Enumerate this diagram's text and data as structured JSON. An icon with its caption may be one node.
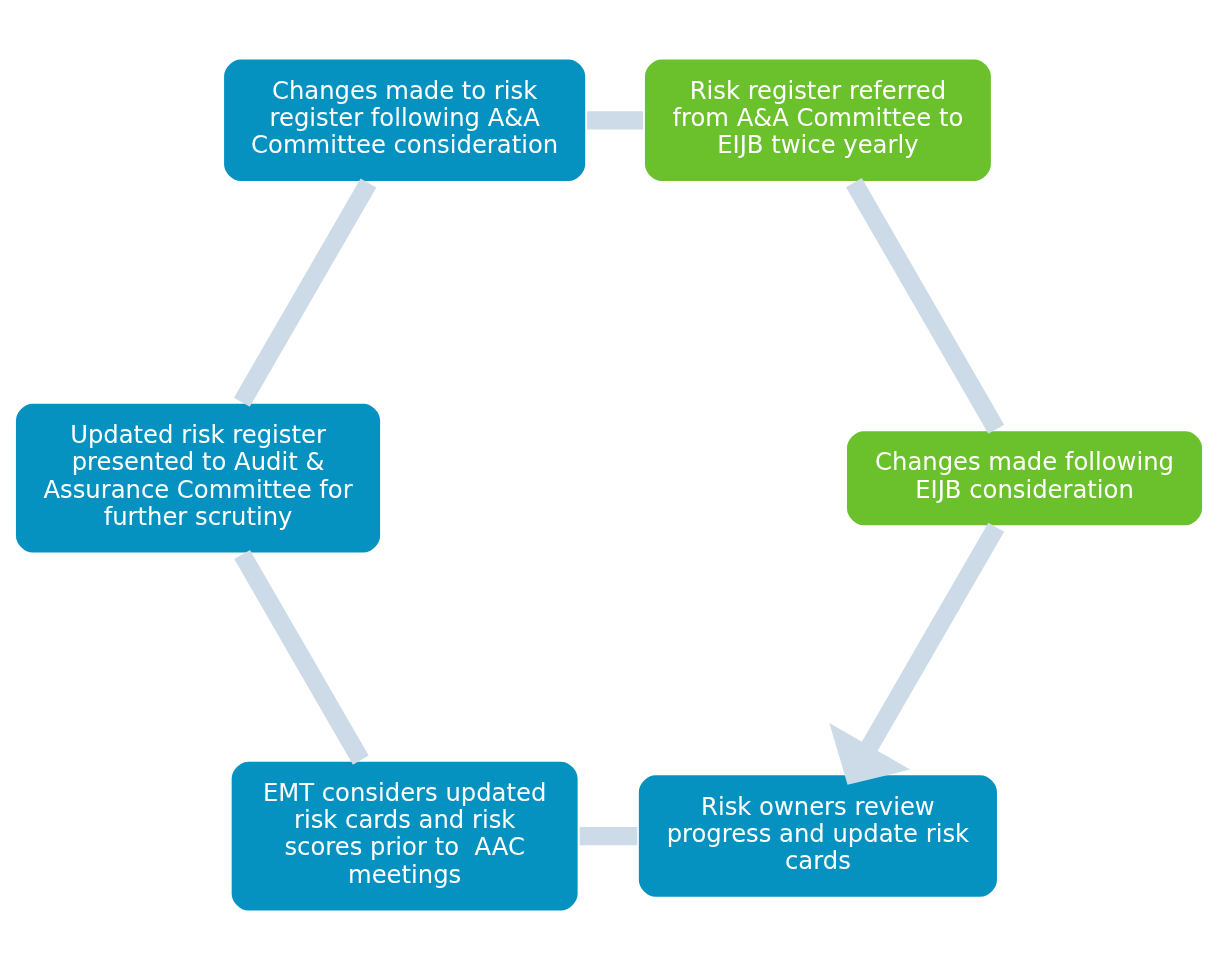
{
  "diagram": {
    "nodes": [
      {
        "text": [
          "Risk owners review progress and update risk cards"
        ]
      },
      {
        "text": [
          "EMT considers updated risk cards and risk scores prior to  AAC meetings"
        ]
      },
      {
        "text": [
          "Updated risk register presented to Audit & Assurance Committee for further scrutiny"
        ]
      },
      {
        "text": [
          "Changes made to risk register following A&A Committee consideration"
        ]
      },
      {
        "text": [
          "Risk register referred from A&A Committee to EIJB twice yearly"
        ]
      },
      {
        "text": [
          "Changes made following EIJB consideration"
        ]
      }
    ],
    "edges": [
      {
        "from": 0,
        "to": 1,
        "arrow": "none"
      },
      {
        "from": 1,
        "to": 2,
        "arrow": "none"
      },
      {
        "from": 2,
        "to": 3,
        "arrow": "none"
      },
      {
        "from": 3,
        "to": 4,
        "arrow": "none"
      },
      {
        "from": 4,
        "to": 5,
        "arrow": "none"
      },
      {
        "from": 5,
        "to": 0,
        "arrow": "to"
      }
    ]
  }
}
